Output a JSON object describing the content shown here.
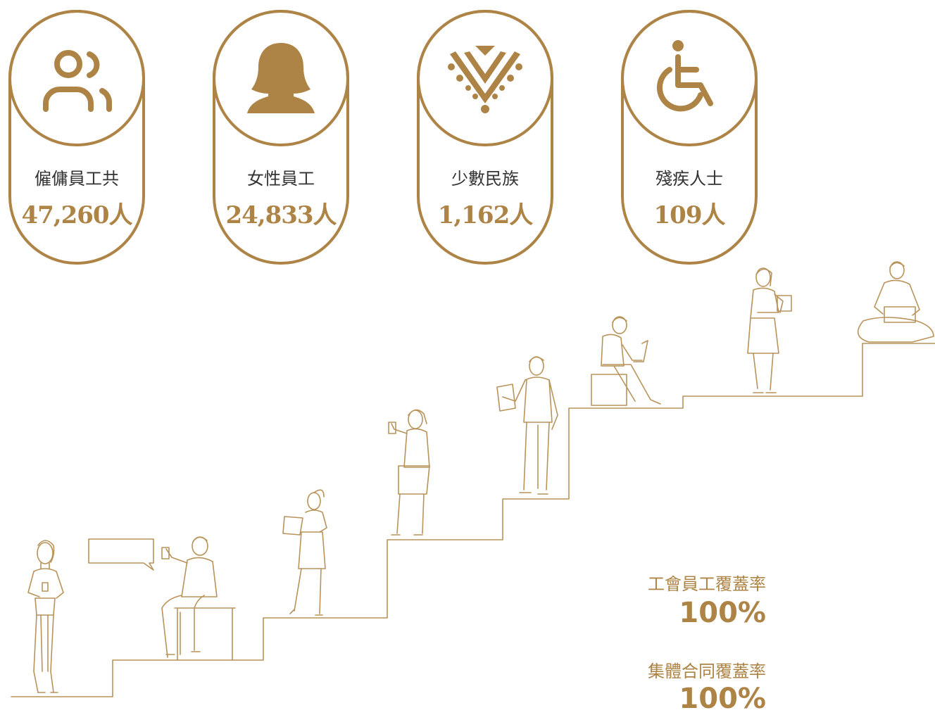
{
  "colors": {
    "accent": "#ad8446",
    "text": "#333333",
    "line": "#b8935a"
  },
  "stats": [
    {
      "label": "僱傭員工共",
      "value": "47,260人",
      "icon": "people-icon"
    },
    {
      "label": "女性員工",
      "value": "24,833人",
      "icon": "woman-icon"
    },
    {
      "label": "少數民族",
      "value": "1,162人",
      "icon": "ethnic-pattern-icon"
    },
    {
      "label": "殘疾人士",
      "value": "109人",
      "icon": "wheelchair-icon"
    }
  ],
  "coverage": [
    {
      "label": "工會員工覆蓋率",
      "value": "100%"
    },
    {
      "label": "集體合同覆蓋率",
      "value": "100%"
    }
  ]
}
